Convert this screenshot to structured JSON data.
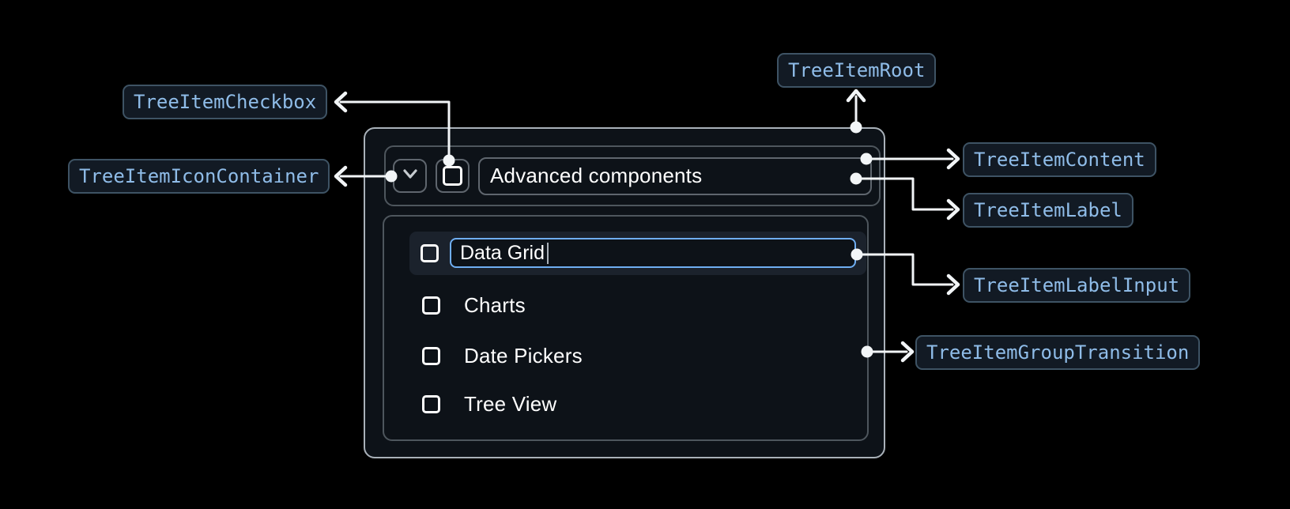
{
  "annotations": {
    "checkbox": "TreeItemCheckbox",
    "icon_container": "TreeItemIconContainer",
    "root": "TreeItemRoot",
    "content": "TreeItemContent",
    "label": "TreeItemLabel",
    "label_input": "TreeItemLabelInput",
    "group_transition": "TreeItemGroupTransition"
  },
  "tree": {
    "parent_label": "Advanced components",
    "parent_expanded": true,
    "edit_value": "Data Grid",
    "items": [
      {
        "label": "Data Grid",
        "state": "editing",
        "checked": false
      },
      {
        "label": "Charts",
        "checked": false
      },
      {
        "label": "Date Pickers",
        "checked": false
      },
      {
        "label": "Tree View",
        "checked": false
      }
    ]
  },
  "colors": {
    "page_bg": "#000000",
    "panel_bg": "#0D1218",
    "panel_outer_border": "#A9B1B9",
    "panel_inner_border": "#4E565D",
    "control_border": "#5F666E",
    "row_highlight_bg": "#1B222C",
    "input_focus_border": "#6FAEF2",
    "chip_bg": "#121A24",
    "chip_border": "#3E5364",
    "chip_text": "#8FBCE8",
    "connector": "#F2F5F7",
    "text": "#FFFFFF"
  }
}
